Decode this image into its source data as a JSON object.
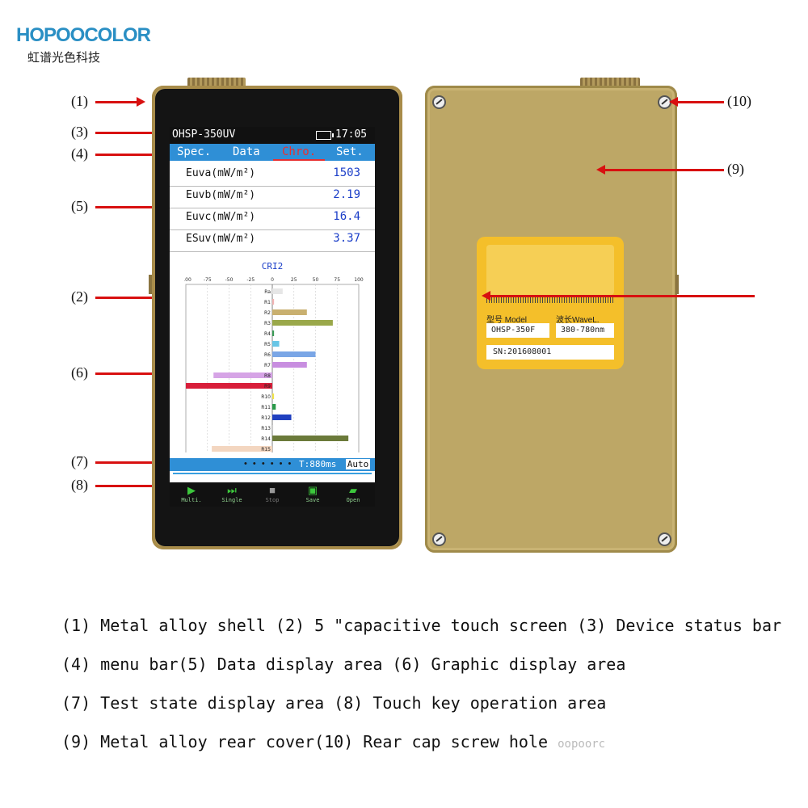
{
  "brand": {
    "logo": "HOPOOCOLOR",
    "subtitle": "虹谱光色科技"
  },
  "device": {
    "status_bar": {
      "model": "OHSP-350UV",
      "time": "17:05"
    },
    "menu": {
      "tabs": [
        "Spec.",
        "Data",
        "Chro.",
        "Set."
      ],
      "active": "Chro."
    },
    "data_rows": [
      {
        "label": "Euva(mW/m²)",
        "value": "1503"
      },
      {
        "label": "Euvb(mW/m²)",
        "value": "2.19"
      },
      {
        "label": "Euvc(mW/m²)",
        "value": "16.4"
      },
      {
        "label": "ESuv(mW/m²)",
        "value": "3.37"
      }
    ],
    "test_state": {
      "dots": "• • • • • •",
      "time": "T:880ms",
      "mode": "Auto"
    },
    "keys": [
      {
        "label": "Multi.",
        "icon": "play-icon"
      },
      {
        "label": "Single",
        "icon": "skip-icon"
      },
      {
        "label": "Stop",
        "icon": "stop-icon"
      },
      {
        "label": "Save",
        "icon": "save-icon"
      },
      {
        "label": "Open",
        "icon": "folder-icon"
      }
    ]
  },
  "chart_data": {
    "type": "bar",
    "title": "CRI2",
    "orientation": "horizontal",
    "xlim": [
      -100,
      100
    ],
    "x_ticks": [
      "-100",
      "-75",
      "-50",
      "-25",
      "0",
      "25",
      "50",
      "75",
      "100"
    ],
    "categories": [
      "Ra",
      "R1",
      "R2",
      "R3",
      "R4",
      "R5",
      "R6",
      "R7",
      "R8",
      "R9",
      "R10",
      "R11",
      "R12",
      "R13",
      "R14",
      "R15"
    ],
    "values": [
      12,
      2,
      40,
      70,
      2,
      8,
      50,
      40,
      -68,
      -100,
      2,
      4,
      22,
      1,
      88,
      -70
    ],
    "colors": [
      "#e6e6e6",
      "#f1b3b3",
      "#c9b070",
      "#9aa84a",
      "#3a9a56",
      "#69c6e6",
      "#7aa6e6",
      "#c88ee0",
      "#d6a4e6",
      "#d81e3a",
      "#f2e44a",
      "#2a9a4a",
      "#2040c0",
      "#cfcfcf",
      "#6b7a3a",
      "#f3d6c0"
    ]
  },
  "callouts": {
    "c1": "(1)",
    "c2": "(2)",
    "c3": "(3)",
    "c4": "(4)",
    "c5": "(5)",
    "c6": "(6)",
    "c7": "(7)",
    "c8": "(8)",
    "c9": "(9)",
    "c10": "(10)"
  },
  "rear_label": {
    "model_caption": "型号 Model",
    "wave_caption": "波长WaveL.",
    "model_value": "OHSP-350F",
    "wave_value": "380-780nm",
    "sn": "SN:201608001"
  },
  "captions": {
    "line1": "(1) Metal alloy shell (2) 5 \"capacitive touch screen (3) Device status bar",
    "line2": "(4) menu bar(5) Data display area (6) Graphic display area",
    "line3": "(7) Test state display area (8) Touch key operation area",
    "line4": "(9) Metal alloy rear cover(10) Rear cap screw hole",
    "watermark": "oopoorc"
  }
}
